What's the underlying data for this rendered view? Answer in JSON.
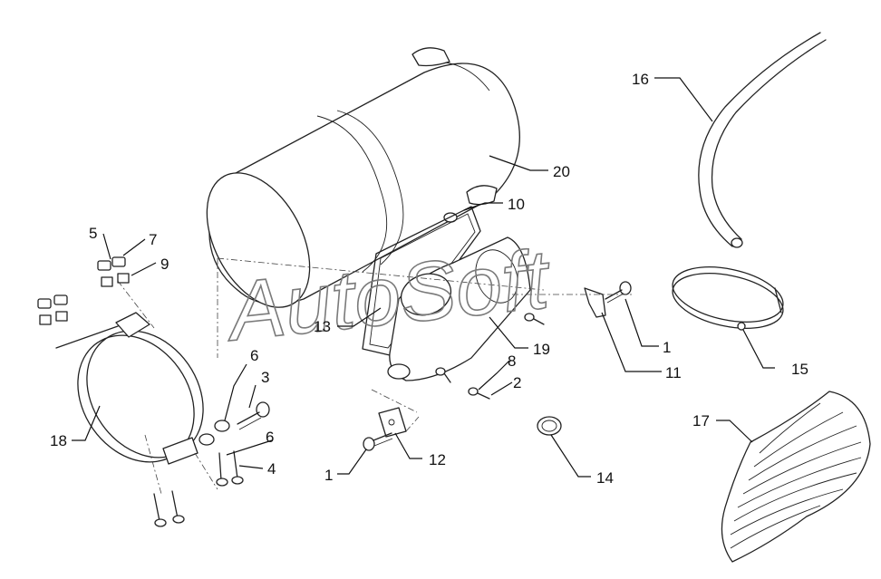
{
  "watermark": "AutoSoft",
  "callouts": [
    {
      "id": "c16",
      "text": "16"
    },
    {
      "id": "c20",
      "text": "20"
    },
    {
      "id": "c10",
      "text": "10"
    },
    {
      "id": "c5",
      "text": "5"
    },
    {
      "id": "c7",
      "text": "7"
    },
    {
      "id": "c9",
      "text": "9"
    },
    {
      "id": "c13",
      "text": "13"
    },
    {
      "id": "c19",
      "text": "19"
    },
    {
      "id": "c1a",
      "text": "1"
    },
    {
      "id": "c11",
      "text": "11"
    },
    {
      "id": "c15",
      "text": "15"
    },
    {
      "id": "c6a",
      "text": "6"
    },
    {
      "id": "c3",
      "text": "3"
    },
    {
      "id": "c8",
      "text": "8"
    },
    {
      "id": "c2",
      "text": "2"
    },
    {
      "id": "c18",
      "text": "18"
    },
    {
      "id": "c6b",
      "text": "6"
    },
    {
      "id": "c4",
      "text": "4"
    },
    {
      "id": "c17",
      "text": "17"
    },
    {
      "id": "c12",
      "text": "12"
    },
    {
      "id": "c1b",
      "text": "1"
    },
    {
      "id": "c14",
      "text": "14"
    }
  ]
}
